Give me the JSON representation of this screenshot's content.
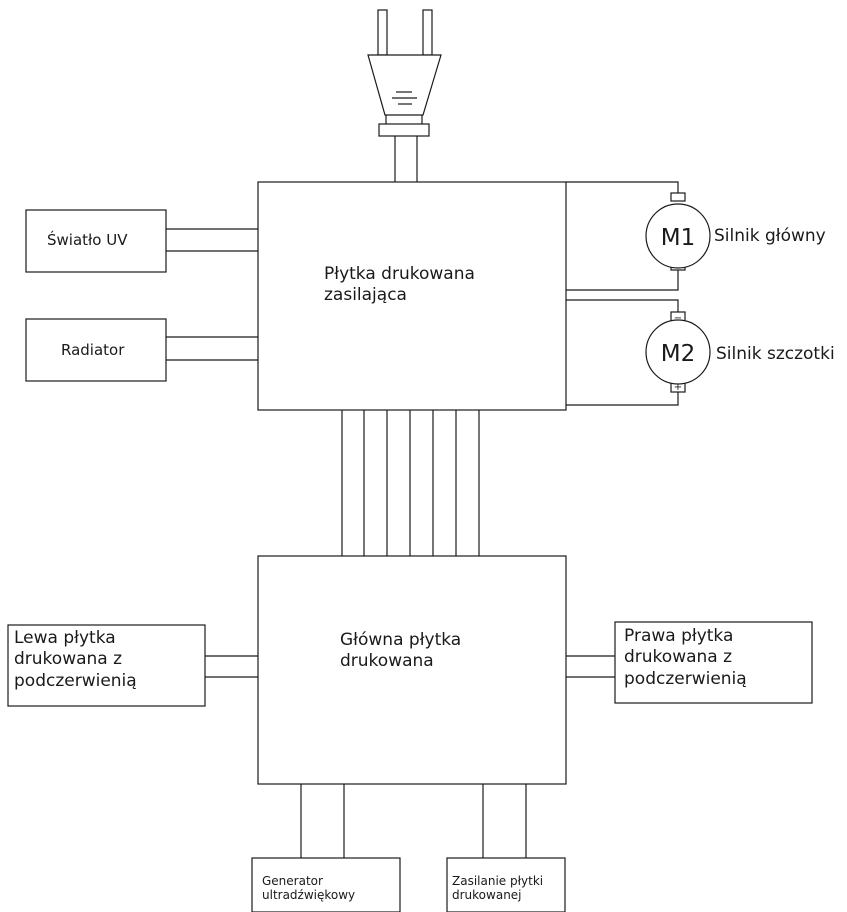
{
  "blocks": {
    "uv_light": "Światło UV",
    "radiator": "Radiator",
    "power_board_line1": "Płytka drukowana",
    "power_board_line2": "zasilająca",
    "main_board_line1": "Główna płytka",
    "main_board_line2": "drukowana",
    "left_ir_line1": "Lewa płytka",
    "left_ir_line2": "drukowana z",
    "left_ir_line3": "podczerwienią",
    "right_ir_line1": "Prawa płytka",
    "right_ir_line2": "drukowana z",
    "right_ir_line3": "podczerwienią",
    "ultrasonic_line1": "Generator",
    "ultrasonic_line2": "ultradźwiękowy",
    "board_supply_line1": "Zasilanie płytki",
    "board_supply_line2": "drukowanej"
  },
  "motors": {
    "m1_symbol": "M1",
    "m1_label": "Silnik główny",
    "m2_symbol": "M2",
    "m2_label": "Silnik szczotki",
    "m2_minus": "−",
    "m2_plus": "+"
  },
  "icons": {
    "plug": "power-plug-icon",
    "ground": "ground-symbol-icon"
  }
}
